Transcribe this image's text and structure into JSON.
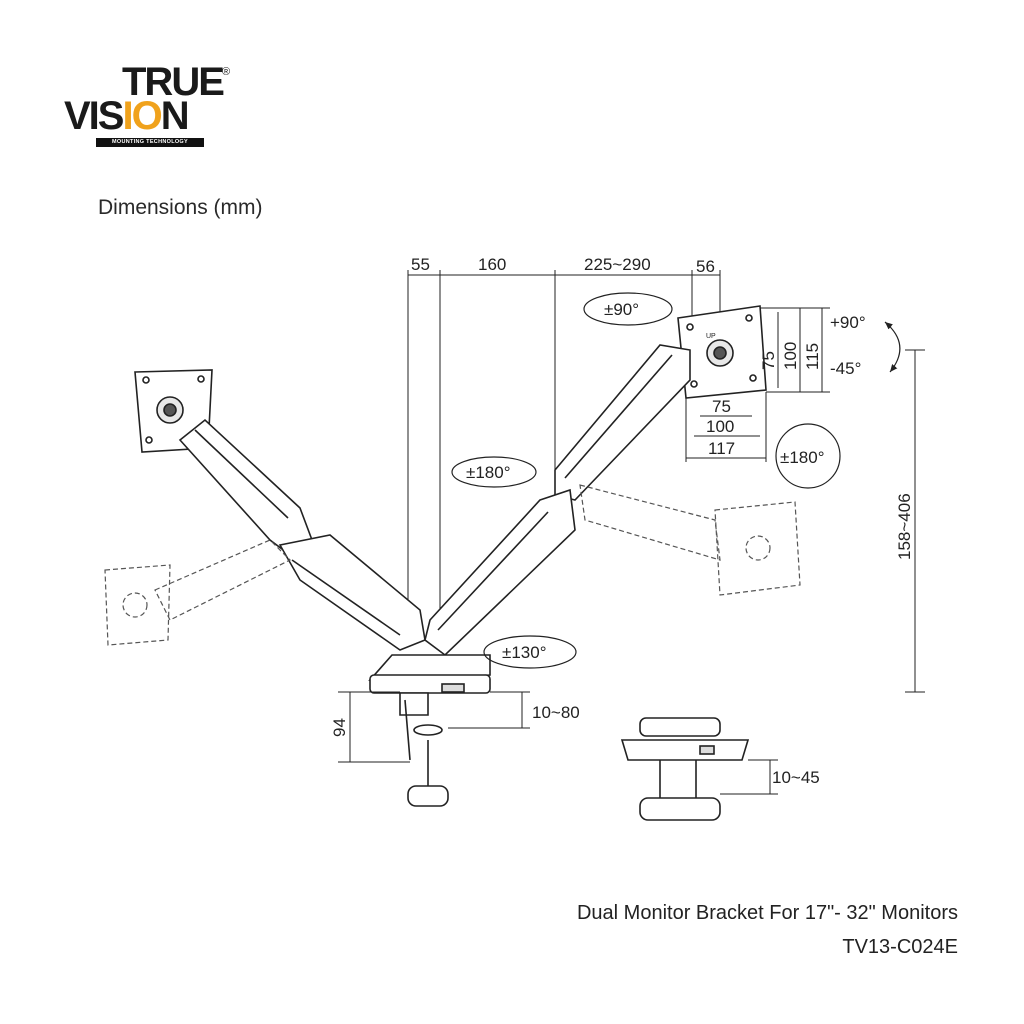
{
  "logo": {
    "line1": "TRUE",
    "line2_start": "VIS",
    "line2_accent": "IO",
    "line2_end": "N",
    "registered": "®",
    "tagline": "MOUNTING TECHNOLOGY",
    "accent_color": "#f0a21c"
  },
  "heading": "Dimensions (mm)",
  "dimensions": {
    "top": [
      "55",
      "160",
      "225~290",
      "56"
    ],
    "vesa_vertical": [
      "75",
      "100",
      "115"
    ],
    "vesa_horizontal": [
      "75",
      "100",
      "117"
    ],
    "height_range": "158~406",
    "clamp_height": "94",
    "desk_clamp": "10~80",
    "grommet": "10~45"
  },
  "rotations": {
    "swivel_top": "±90°",
    "tilt_up": "+90°",
    "tilt_down": "-45°",
    "rotate_screen": "±180°",
    "rotate_arm": "±180°",
    "rotate_base": "±130°",
    "vesa_up_label": "UP"
  },
  "product": {
    "title": "Dual Monitor Bracket For 17\"- 32\" Monitors",
    "model": "TV13-C024E"
  }
}
